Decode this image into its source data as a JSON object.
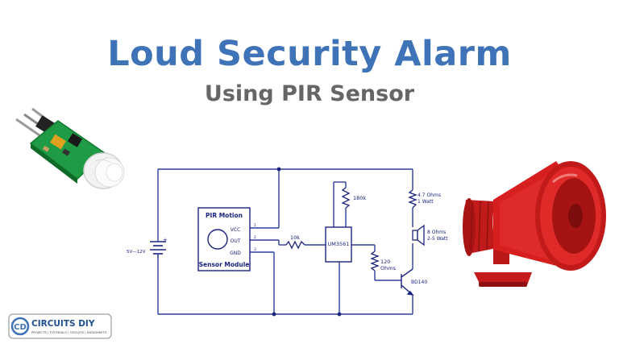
{
  "header": {
    "title": "Loud Security Alarm",
    "subtitle": "Using PIR Sensor"
  },
  "colors": {
    "title": "#3f73b8",
    "subtitle": "#666666",
    "wire": "#2f3fa0",
    "label": "#1a237e",
    "brand": "#3f73b8",
    "siren_red": "#d81f1f"
  },
  "module": {
    "title": "PIR Motion",
    "subtitle": "Sensor Module",
    "pins": [
      {
        "name": "VCC",
        "number": "1"
      },
      {
        "name": "OUT",
        "number": "2"
      },
      {
        "name": "GND",
        "number": "3"
      }
    ]
  },
  "components": {
    "battery": "5V—12V",
    "battery_plus": "+",
    "r_input": "10k",
    "ic": "UM3561",
    "r_pullup": "180k",
    "r_base_value": "120",
    "r_base_unit": "Ohms",
    "r_load_value": "4.7 Ohms",
    "r_load_power": "1 Watt",
    "speaker_value": "8 Ohms",
    "speaker_power": "2-5 Watt",
    "transistor": "BD140"
  },
  "brand": {
    "name": "CIRCUITS DIY",
    "tagline": "PROJECTS | TUTORIALS | CIRCUITS | DATASHEETS",
    "logo_letters": "CD"
  }
}
